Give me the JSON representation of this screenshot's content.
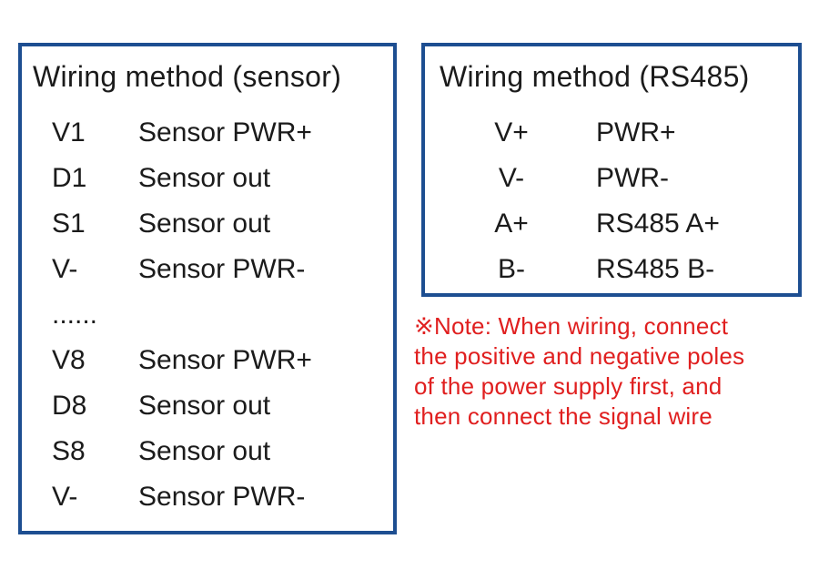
{
  "sensor_box": {
    "title": "Wiring method (sensor)",
    "rows": [
      {
        "pin": "V1",
        "desc": "Sensor PWR+"
      },
      {
        "pin": "D1",
        "desc": "Sensor out"
      },
      {
        "pin": "S1",
        "desc": "Sensor out"
      },
      {
        "pin": "V-",
        "desc": "Sensor PWR-"
      },
      {
        "pin": "......",
        "desc": ""
      },
      {
        "pin": "V8",
        "desc": "Sensor PWR+"
      },
      {
        "pin": "D8",
        "desc": "Sensor out"
      },
      {
        "pin": "S8",
        "desc": "Sensor out"
      },
      {
        "pin": "V-",
        "desc": "Sensor PWR-"
      }
    ]
  },
  "rs485_box": {
    "title": "Wiring method (RS485)",
    "rows": [
      {
        "pin": "V+",
        "desc": "PWR+"
      },
      {
        "pin": "V-",
        "desc": "PWR-"
      },
      {
        "pin": "A+",
        "desc": "RS485 A+"
      },
      {
        "pin": "B-",
        "desc": "RS485 B-"
      }
    ]
  },
  "note": {
    "lines": [
      "※Note: When wiring, connect",
      "the positive and negative poles",
      "of the power supply first, and",
      "then connect the signal wire"
    ]
  },
  "colors": {
    "box_border_blue": "#1d4e91",
    "text_black": "#1b1b1b",
    "note_red": "#e01f1f",
    "background": "#ffffff"
  }
}
